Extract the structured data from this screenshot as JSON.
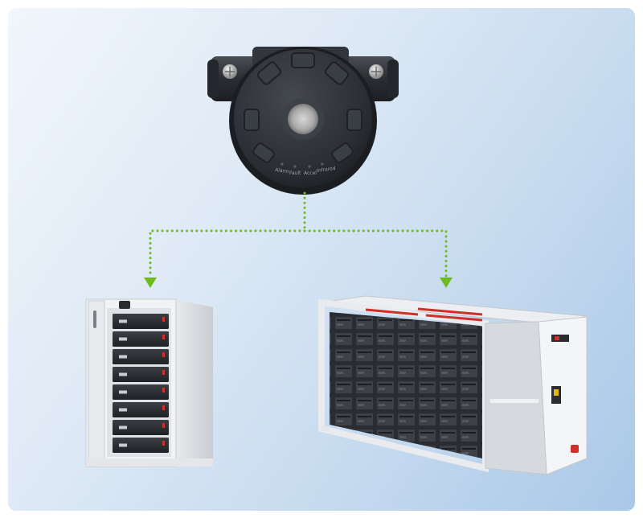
{
  "panel": {
    "background_from": "#f1f6fc",
    "background_to": "#a9c8e8"
  },
  "connector": {
    "color": "#6cbb1f",
    "style": "dotted",
    "arrows": 2
  },
  "detector": {
    "kind": "round gas/smoke detector with side cable glands",
    "body_color": "#2b2e33",
    "indicator_labels": [
      "Alarm",
      "Fault",
      "Accel",
      "Infrared"
    ]
  },
  "cabinet": {
    "kind": "battery storage cabinet, door open",
    "modules": 8,
    "accent": "#d0302a"
  },
  "container": {
    "kind": "containerized battery energy storage system, open frame",
    "accent": "#d0302a"
  }
}
